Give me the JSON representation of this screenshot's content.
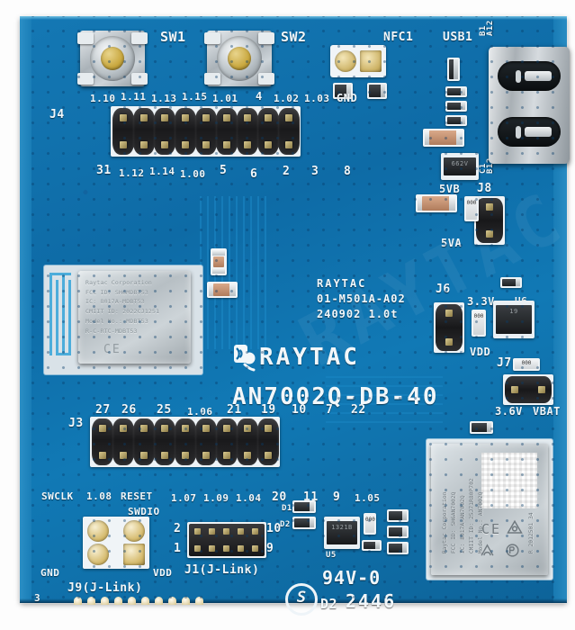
{
  "board": {
    "brand": "RAYTAC",
    "model": "AN7002Q-DB-40",
    "pcb_part": "01-M501A-A02",
    "pcb_date": "240902 1.0t",
    "flame_rating": "94V-0",
    "date_code": "2446",
    "diode_marking": "D2",
    "corner_number": "3",
    "watermark": "RAYTAC"
  },
  "switches": [
    {
      "ref": "SW1"
    },
    {
      "ref": "SW2"
    }
  ],
  "nfc": {
    "ref": "NFC1"
  },
  "usb": {
    "ref": "USB1",
    "pin_labels": [
      "B1",
      "A12",
      "C1",
      "B12"
    ]
  },
  "headers": {
    "j4": {
      "ref": "J4",
      "top_labels": [
        "1.10",
        "1.11",
        "1.13",
        "1.15",
        "1.01",
        "4",
        "1.02",
        "1.03",
        "GND"
      ],
      "bottom_labels": [
        "31",
        "1.12",
        "1.14",
        "1.00",
        "5",
        "6",
        "2",
        "3",
        "8"
      ]
    },
    "j3": {
      "ref": "J3",
      "top_labels": [
        "27",
        "26",
        "25",
        "1.06",
        "21",
        "19",
        "10",
        "7",
        "22"
      ],
      "bottom_labels": [
        "SWCLK",
        "1.08",
        "RESET",
        "1.07",
        "1.09",
        "1.04",
        "20",
        "11",
        "9",
        "1.05"
      ],
      "extra_label": "SWDIO"
    },
    "j1": {
      "ref": "J1(J-Link)",
      "pin_2": "2",
      "pin_1": "1",
      "pin_10": "10",
      "pin_9": "9"
    },
    "j9": {
      "ref": "J9(J-Link)",
      "gnd": "GND",
      "vdd": "VDD"
    }
  },
  "jumpers": [
    {
      "ref": "J8",
      "net_a": "5VB",
      "net_b": "5VA"
    },
    {
      "ref": "J6",
      "net_a": "3.3V",
      "net_b": "VDD"
    },
    {
      "ref": "J7",
      "net_a": "3.6V",
      "net_b": "VBAT"
    }
  ],
  "components": [
    {
      "ref": "U6",
      "marking": "19"
    },
    {
      "ref": "U5",
      "marking": "1321B"
    },
    {
      "ref": "D2",
      "marking": "D2"
    },
    {
      "ref": "",
      "marking": "662V"
    }
  ],
  "module_left": {
    "lines": [
      "Raytac Corporation",
      "FCC ID: SH6MDBT53",
      "IC: 8017A-MDBT53",
      "CMIIT ID: 2022CJ1251",
      "Model No.: MDBT53",
      "R-C-RTC-MDBT53"
    ],
    "cert_marks": "CE"
  },
  "module_right": {
    "lines": [
      "Raytac Corporation",
      "FCC ID: SH6AN7002Q",
      "IC: 8017A-AN7002Q",
      "CMIIT ID: 25J71R80P702",
      "Model No.: AN7002Q"
    ],
    "cert_code": "R 2012501 34",
    "cert_marks": "CE"
  },
  "colors": {
    "soldermask": "#0e6ba6",
    "silkscreen": "#f2f7fa",
    "gold_pad": "#cdb264",
    "metal_shield": "#b7bfc4",
    "black_header": "#1d1d1f"
  }
}
